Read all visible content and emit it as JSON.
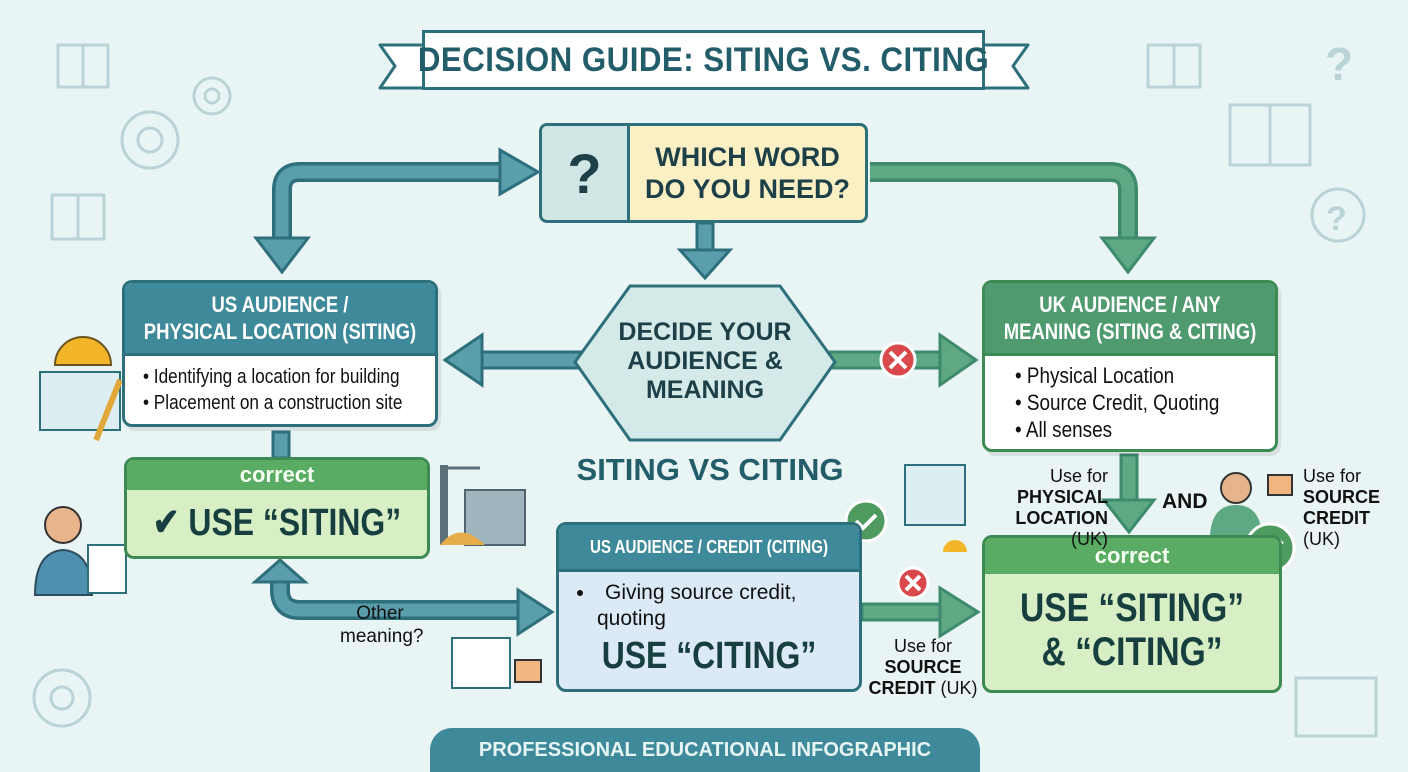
{
  "title": "DECISION GUIDE: SITING VS. CITING",
  "question": {
    "mark": "?",
    "line1": "WHICH WORD",
    "line2": "DO YOU NEED?"
  },
  "decision": {
    "line1": "DECIDE YOUR",
    "line2": "AUDIENCE &",
    "line3": "MEANING"
  },
  "center_label": "SITING VS CITING",
  "us_siting": {
    "header1": "US AUDIENCE /",
    "header2": "PHYSICAL LOCATION (SITING)",
    "items": [
      "Identifying a location for building",
      "Placement on a construction site"
    ]
  },
  "use_siting": {
    "label": "correct",
    "check": "✔",
    "text": "USE “SITING”"
  },
  "uk_box": {
    "header1": "UK AUDIENCE / ANY",
    "header2": "MEANING (SITING & CITING)",
    "items": [
      "Physical Location",
      "Source Credit, Quoting",
      "All senses"
    ]
  },
  "us_citing": {
    "header": "US AUDIENCE / CREDIT (CITING)",
    "item1": "Giving source credit,",
    "item2": "quoting",
    "text": "USE “CITING”"
  },
  "use_both": {
    "label": "correct",
    "line1": "USE “SITING”",
    "line2": "& “CITING”"
  },
  "notes": {
    "physical": {
      "pre": "Use for",
      "b1": "PHYSICAL",
      "b2": "LOCATION",
      "post": "(UK)"
    },
    "and": "AND",
    "source_right": {
      "pre": "Use for",
      "b1": "SOURCE",
      "b2": "CREDIT",
      "post": "(UK)"
    },
    "source_bottom": {
      "pre": "Use for",
      "b1": "SOURCE",
      "b2": "CREDIT",
      "post": "(UK)"
    },
    "other": {
      "l1": "Other",
      "l2": "meaning?"
    }
  },
  "footer": "PROFESSIONAL EDUCATIONAL INFOGRAPHIC",
  "colors": {
    "teal": "#3f8a9a",
    "dark": "#2e6f7c",
    "green": "#5aab63",
    "light_green": "#d8efc6",
    "cream": "#fbefc4",
    "red": "#d9484a",
    "bg": "#e9f4f5"
  }
}
